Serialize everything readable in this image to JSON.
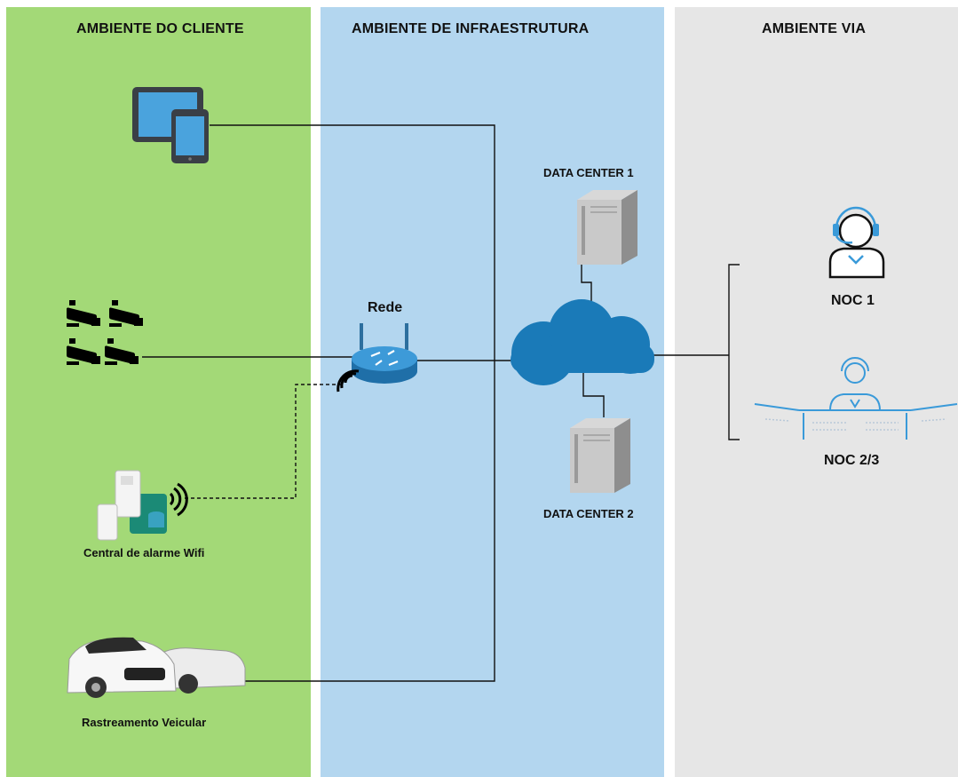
{
  "zones": {
    "client": "AMBIENTE DO CLIENTE",
    "infra": "AMBIENTE DE INFRAESTRUTURA",
    "via": "AMBIENTE VIA"
  },
  "nodes": {
    "router": "Rede",
    "datacenter1": "DATA CENTER 1",
    "datacenter2": "DATA CENTER 2",
    "noc1": "NOC 1",
    "noc23": "NOC 2/3",
    "alarm": "Central de alarme Wifi",
    "vehicle": "Rastreamento Veicular"
  },
  "colors": {
    "client_zone": "#a3d977",
    "infra_zone": "#b3d6ef",
    "via_zone": "#e6e6e6",
    "cloud": "#1a7ab8",
    "router": "#2e86c1",
    "operator_accent": "#3a9ad9"
  },
  "icons": [
    "tablet-icon",
    "cctv-camera-icon",
    "router-icon",
    "wifi-signal-icon",
    "cloud-icon",
    "server-icon",
    "operator-headset-icon",
    "control-room-icon",
    "alarm-sensor-icon",
    "car-icon"
  ]
}
